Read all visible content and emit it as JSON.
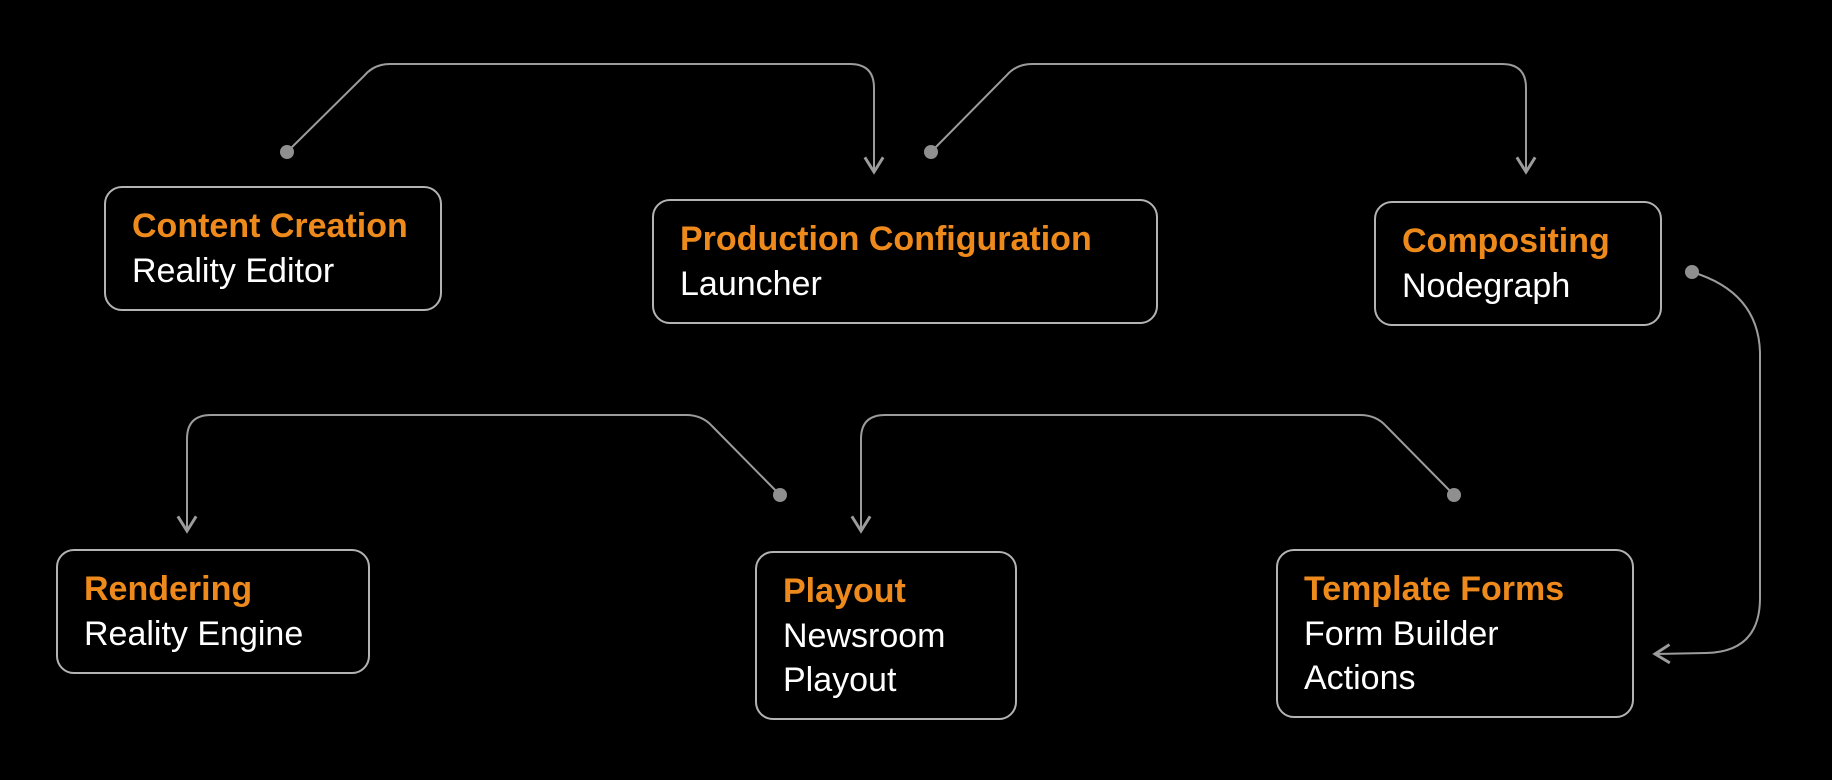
{
  "diagram": {
    "background_color": "#000000",
    "accent_color": "#ee8a1c",
    "text_color": "#ffffff",
    "line_color": "#9c9c9c",
    "nodes": [
      {
        "id": "content-creation",
        "title": "Content Creation",
        "subtitle": "Reality Editor"
      },
      {
        "id": "production-configuration",
        "title": "Production Configuration",
        "subtitle": "Launcher"
      },
      {
        "id": "compositing",
        "title": "Compositing",
        "subtitle": "Nodegraph"
      },
      {
        "id": "rendering",
        "title": "Rendering",
        "subtitle": "Reality Engine"
      },
      {
        "id": "playout",
        "title": "Playout",
        "subtitle": "Newsroom Playout"
      },
      {
        "id": "template-forms",
        "title": "Template Forms",
        "subtitle": "Form Builder Actions"
      }
    ],
    "edges": [
      {
        "from": "content-creation",
        "to": "production-configuration"
      },
      {
        "from": "production-configuration",
        "to": "compositing"
      },
      {
        "from": "playout",
        "to": "rendering"
      },
      {
        "from": "template-forms",
        "to": "playout"
      },
      {
        "from": "compositing",
        "to": "template-forms"
      }
    ]
  }
}
